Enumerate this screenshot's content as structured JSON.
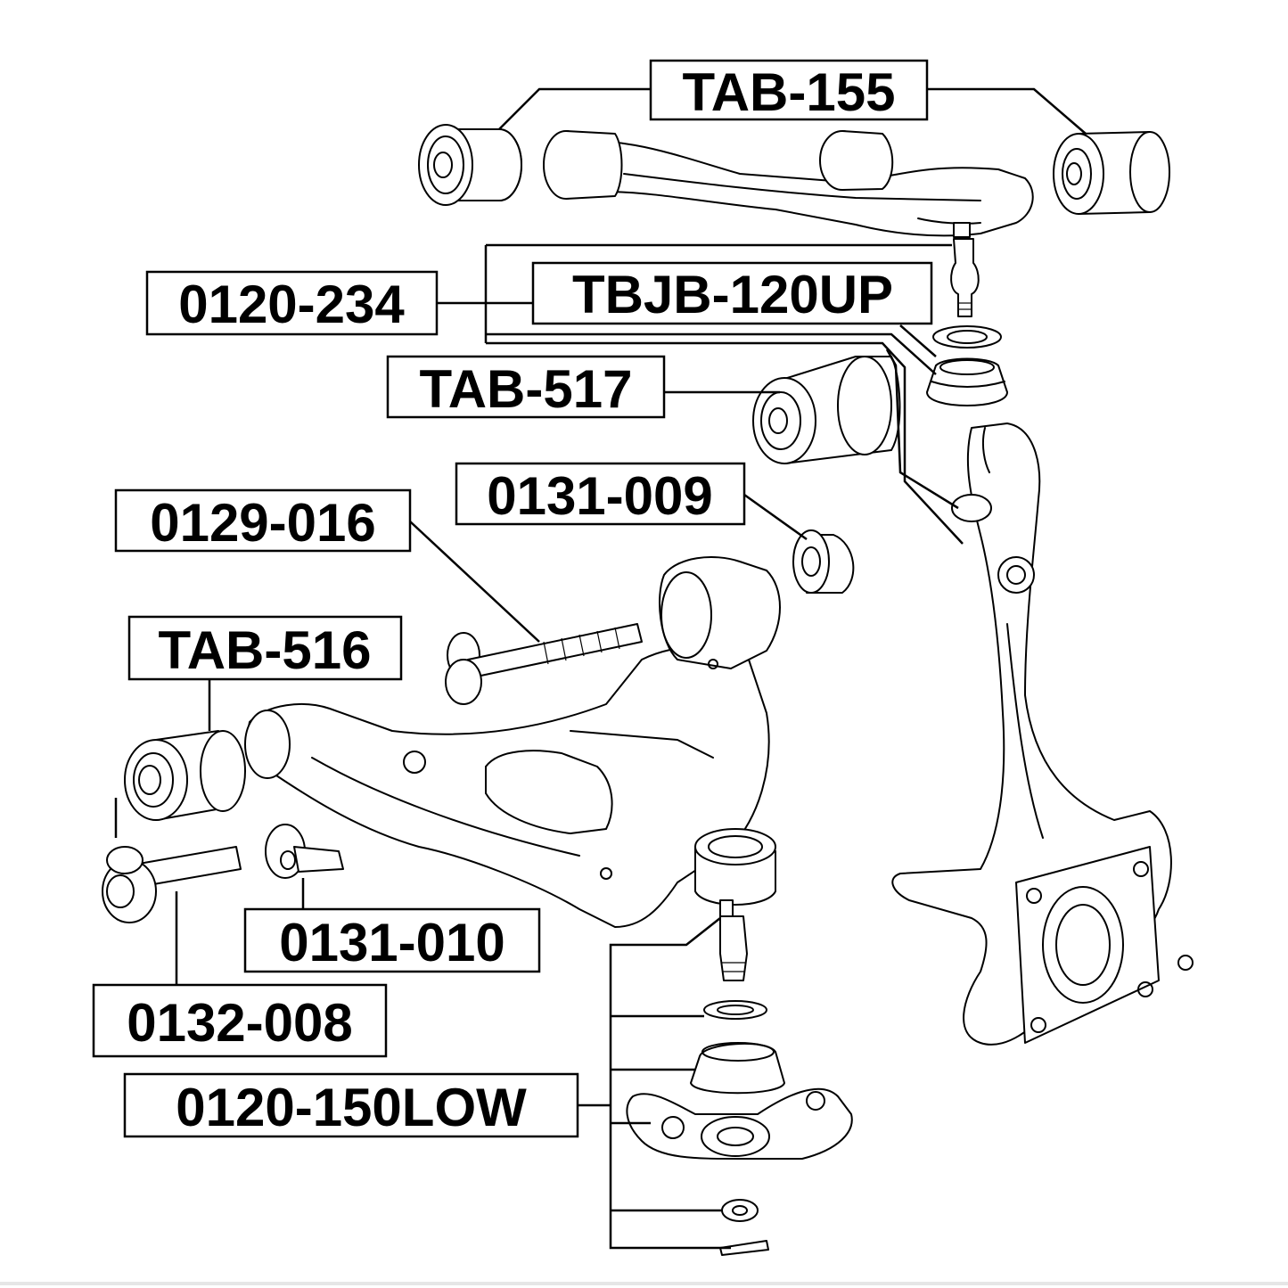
{
  "labels": {
    "tab155": "TAB-155",
    "tbjb120up": "TBJB-120UP",
    "p0120_234": "0120-234",
    "tab517": "TAB-517",
    "p0131_009": "0131-009",
    "p0129_016": "0129-016",
    "tab516": "TAB-516",
    "p0131_010": "0131-010",
    "p0132_008": "0132-008",
    "p0120_150low": "0120-150LOW"
  }
}
